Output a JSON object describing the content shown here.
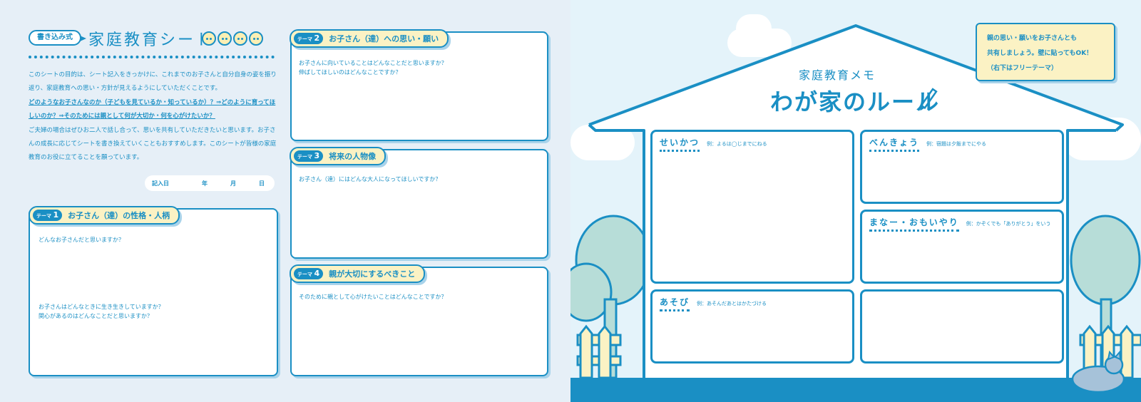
{
  "left_page": {
    "tag": "書き込み式",
    "title": "家庭教育シート",
    "intro": {
      "p1": "このシートの目的は、シート記入をきっかけに、これまでのお子さんと自分自身の姿を振り返り、家庭教育への思い・方針が見えるようにしていただくことです。",
      "p2": "どのようなお子さんなのか（子どもを見ているか・知っているか）？⇒どのように育ってほしいのか？⇒そのためには親として何が大切か・何を心がけたいか？",
      "p3": "ご夫婦の場合はぜひお二人で話し合って、思いを共有していただきたいと思います。お子さんの成長に応じてシートを書き換えていくこともおすすめします。このシートが皆様の家庭教育のお役に立てることを願っています。"
    },
    "date": {
      "label": "記入日",
      "year": "年",
      "month": "月",
      "day": "日"
    },
    "theme_prefix": "テーマ",
    "themes": [
      {
        "num": "1",
        "title": "お子さん（達）の性格・人柄",
        "q1": "どんなお子さんだと思いますか？",
        "q2": "お子さんはどんなときに生き生きしていますか？",
        "q3": "関心があるのはどんなことだと思いますか？"
      },
      {
        "num": "2",
        "title": "お子さん（達）への思い・願い",
        "q1": "お子さんに向いていることはどんなことだと思いますか？",
        "q2": "伸ばしてほしいのはどんなことですか？"
      },
      {
        "num": "3",
        "title": "将来の人物像",
        "q1": "お子さん（達）にはどんな大人になってほしいですか？"
      },
      {
        "num": "4",
        "title": "親が大切にするべきこと",
        "q1": "そのために親として心がけたいことはどんなことですか？"
      }
    ]
  },
  "right_page": {
    "share_note": {
      "line1": "親の思い・願いをお子さんとも",
      "line2": "共有しましょう。壁に貼ってもOK！",
      "line3": "（右下はフリーテーマ）"
    },
    "memo_subtitle": "家庭教育メモ",
    "memo_title": "わが家のルール",
    "rules": [
      {
        "name": "せいかつ",
        "example": "例：よるは◯じまでにねる"
      },
      {
        "name": "べんきょう",
        "example": "例：宿題は夕飯までにやる"
      },
      {
        "name": "まなー・おもいやり",
        "example": "例：かぞくでも「ありがとう」をいう"
      },
      {
        "name": "あそび",
        "example": "例：あそんだあとはかたづける"
      }
    ]
  },
  "colors": {
    "primary": "#1a8fc4",
    "cream": "#fbf2c4",
    "page_left": "#e6eff7",
    "page_right": "#e4f3fa",
    "tree": "#b7ddd8"
  }
}
